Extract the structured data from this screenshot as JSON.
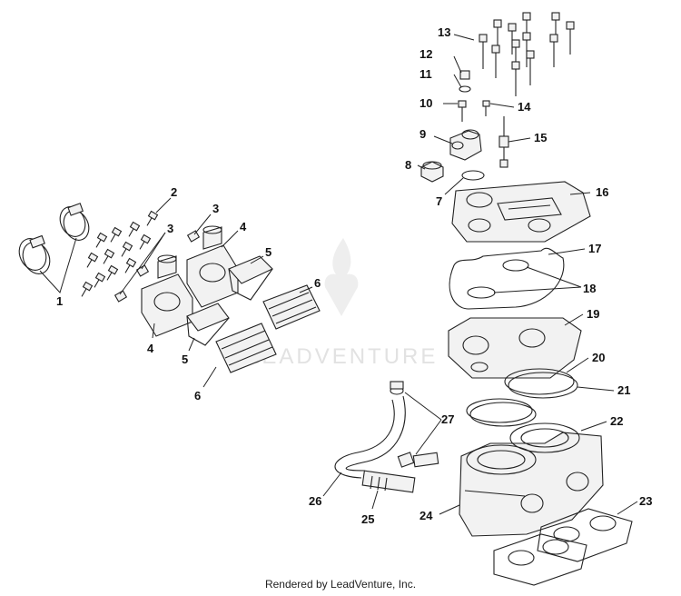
{
  "watermark": {
    "text": "LEADVENTURE"
  },
  "credit": "Rendered by LeadVenture, Inc.",
  "callouts": {
    "c1": "1",
    "c2": "2",
    "c3a": "3",
    "c3b": "3",
    "c4a": "4",
    "c4b": "4",
    "c5a": "5",
    "c5b": "5",
    "c6a": "6",
    "c6b": "6",
    "c7": "7",
    "c8": "8",
    "c9": "9",
    "c10": "10",
    "c11": "11",
    "c12": "12",
    "c13": "13",
    "c14": "14",
    "c15": "15",
    "c16": "16",
    "c17": "17",
    "c18": "18",
    "c19": "19",
    "c20": "20",
    "c21": "21",
    "c22": "22",
    "c23": "23",
    "c24": "24",
    "c25": "25",
    "c26": "26",
    "c27": "27"
  }
}
